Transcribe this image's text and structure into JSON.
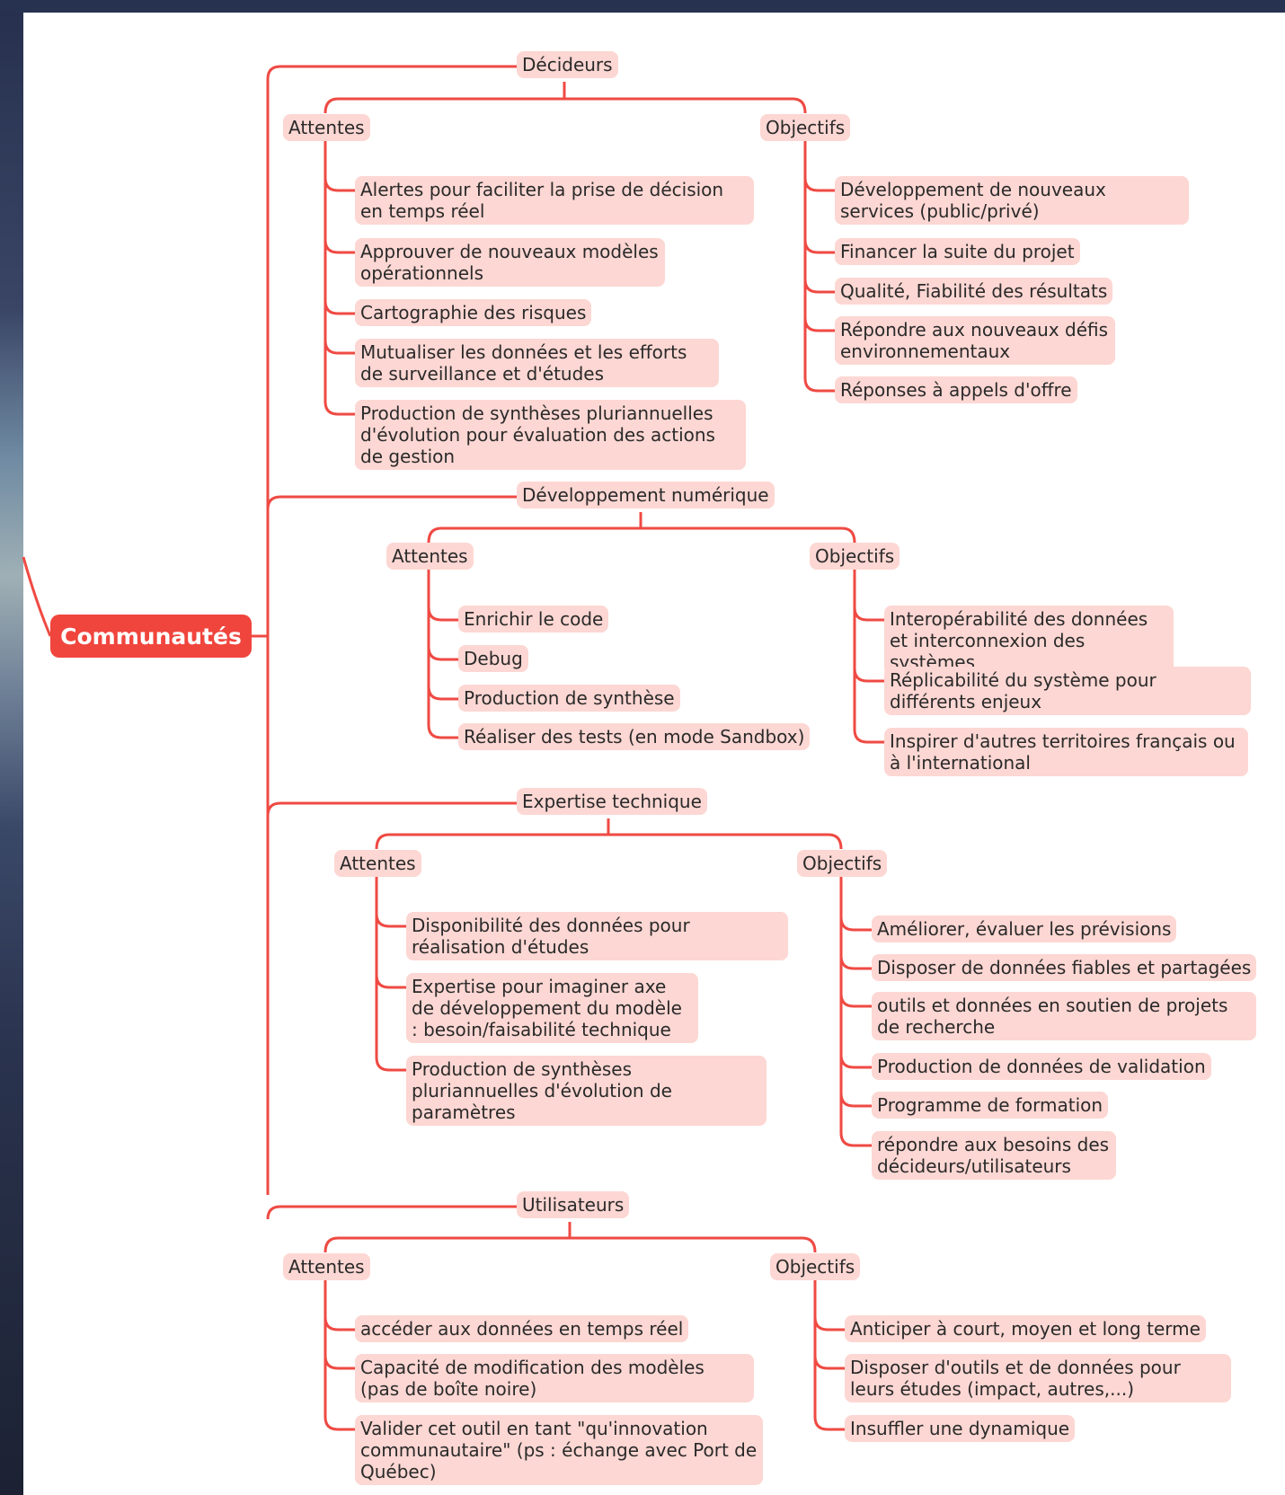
{
  "root": "Communautés",
  "link_color": "#ef4a43",
  "node_color": "#fdd7d3",
  "root_color": "#f0453d",
  "sections": [
    {
      "title": "Décideurs",
      "attentes": {
        "label": "Attentes",
        "items": [
          "Alertes pour faciliter la prise de décision en temps réel",
          "Approuver de nouveaux modèles opérationnels",
          "Cartographie des risques",
          "Mutualiser les données et les efforts de surveillance et d'études",
          "Production de synthèses pluriannuelles d'évolution pour évaluation des actions de gestion"
        ]
      },
      "objectifs": {
        "label": "Objectifs",
        "items": [
          "Développement de nouveaux services (public/privé)",
          "Financer la suite du projet",
          "Qualité, Fiabilité des résultats",
          "Répondre aux nouveaux défis environnementaux",
          "Réponses à appels d'offre"
        ]
      }
    },
    {
      "title": "Développement numérique",
      "attentes": {
        "label": "Attentes",
        "items": [
          "Enrichir le code",
          "Debug",
          "Production de synthèse",
          "Réaliser des tests (en mode Sandbox)"
        ]
      },
      "objectifs": {
        "label": "Objectifs",
        "items": [
          "Interopérabilité des données et interconnexion des systèmes",
          "Réplicabilité du système pour différents enjeux",
          "Inspirer d'autres territoires français ou à l'international"
        ]
      }
    },
    {
      "title": "Expertise technique",
      "attentes": {
        "label": "Attentes",
        "items": [
          "Disponibilité des données pour réalisation d'études",
          "Expertise pour imaginer axe de développement du modèle : besoin/faisabilité technique",
          "Production de synthèses pluriannuelles d'évolution de paramètres"
        ]
      },
      "objectifs": {
        "label": "Objectifs",
        "items": [
          "Améliorer, évaluer les prévisions",
          "Disposer de données fiables et partagées",
          "outils et données en soutien de projets de recherche",
          "Production de données de validation",
          "Programme de formation",
          "répondre aux besoins des décideurs/utilisateurs"
        ]
      }
    },
    {
      "title": "Utilisateurs",
      "attentes": {
        "label": "Attentes",
        "items": [
          "accéder aux données en temps réel",
          "Capacité de modification des modèles (pas de boîte noire)",
          "Valider cet outil en tant \"qu'innovation communautaire\"  (ps : échange avec Port de Québec)"
        ]
      },
      "objectifs": {
        "label": "Objectifs",
        "items": [
          "Anticiper à court, moyen et long terme",
          "Disposer d'outils et de données pour leurs études (impact, autres,...)",
          "Insuffler une dynamique"
        ]
      }
    }
  ]
}
